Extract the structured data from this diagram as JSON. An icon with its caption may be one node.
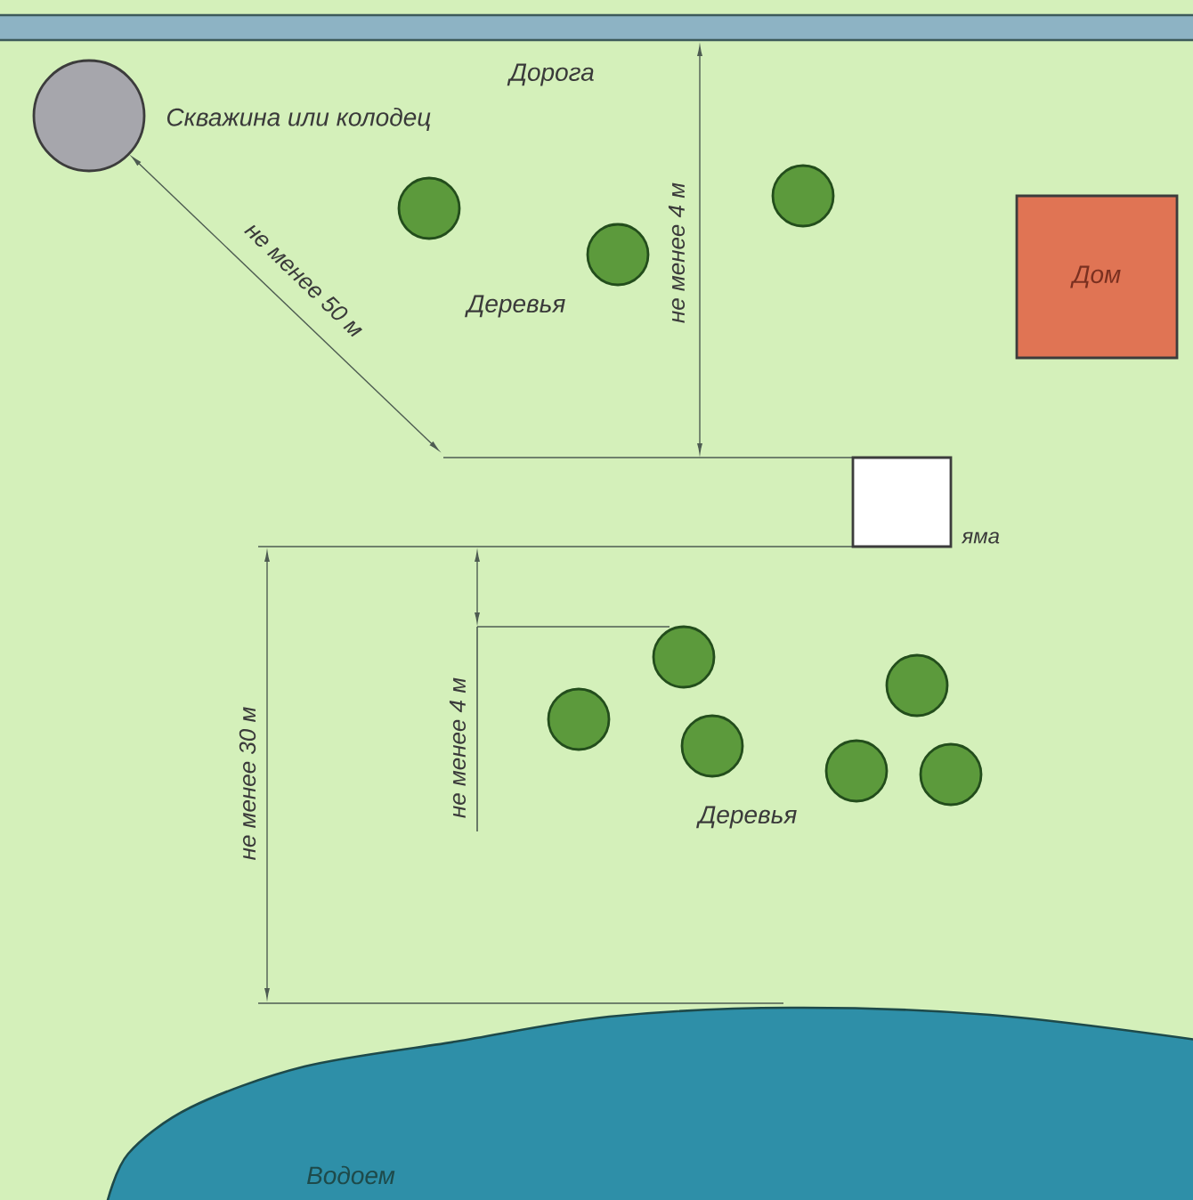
{
  "diagram": {
    "nodes": [
      {
        "text": [
          "Дорога"
        ]
      },
      {
        "text": [],
        "shape": "circle",
        "beside": [
          "Скважина или колодец"
        ]
      },
      {
        "text": [],
        "shape": "circle"
      },
      {
        "text": [],
        "shape": "circle"
      },
      {
        "text": [],
        "shape": "circle"
      },
      {
        "text": [
          "Дом"
        ]
      },
      {
        "text": [],
        "shape": "box",
        "beside": [
          "яма"
        ]
      },
      {
        "text": [],
        "shape": "circle"
      },
      {
        "text": [],
        "shape": "circle"
      },
      {
        "text": [],
        "shape": "circle"
      },
      {
        "text": [],
        "shape": "circle"
      },
      {
        "text": [],
        "shape": "circle"
      },
      {
        "text": [],
        "shape": "circle"
      },
      {
        "text": [
          "Водоем"
        ]
      }
    ],
    "labels": [
      "не менее 4 м",
      "не менее 50 м",
      "Деревья",
      "не менее 30 м",
      "не менее 4 м",
      "Деревья"
    ]
  }
}
